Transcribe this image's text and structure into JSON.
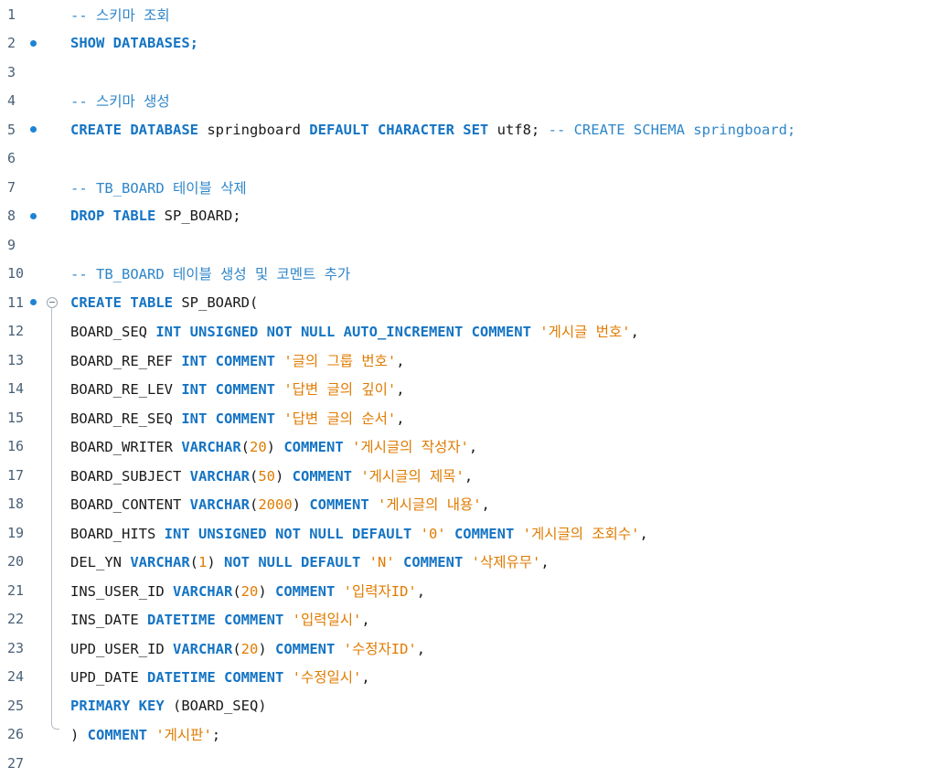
{
  "editor": {
    "lines": [
      {
        "n": "1",
        "bp": false,
        "fold": false,
        "tokens": [
          {
            "t": "-- 스키마 조회",
            "c": "cm"
          }
        ]
      },
      {
        "n": "2",
        "bp": true,
        "fold": false,
        "tokens": [
          {
            "t": "SHOW DATABASES;",
            "c": "kw"
          }
        ]
      },
      {
        "n": "3",
        "bp": false,
        "fold": false,
        "tokens": []
      },
      {
        "n": "4",
        "bp": false,
        "fold": false,
        "tokens": [
          {
            "t": "-- 스키마 생성",
            "c": "cm"
          }
        ]
      },
      {
        "n": "5",
        "bp": true,
        "fold": false,
        "tokens": [
          {
            "t": "CREATE DATABASE ",
            "c": "kw"
          },
          {
            "t": "springboard ",
            "c": "id"
          },
          {
            "t": "DEFAULT CHARACTER SET ",
            "c": "kw"
          },
          {
            "t": "utf8; ",
            "c": "id"
          },
          {
            "t": "-- CREATE SCHEMA springboard;",
            "c": "cm"
          }
        ]
      },
      {
        "n": "6",
        "bp": false,
        "fold": false,
        "tokens": []
      },
      {
        "n": "7",
        "bp": false,
        "fold": false,
        "tokens": [
          {
            "t": "-- TB_BOARD 테이블 삭제",
            "c": "cm"
          }
        ]
      },
      {
        "n": "8",
        "bp": true,
        "fold": false,
        "tokens": [
          {
            "t": "DROP TABLE ",
            "c": "kw"
          },
          {
            "t": "SP_BOARD;",
            "c": "id"
          }
        ]
      },
      {
        "n": "9",
        "bp": false,
        "fold": false,
        "tokens": []
      },
      {
        "n": "10",
        "bp": false,
        "fold": false,
        "tokens": [
          {
            "t": "-- TB_BOARD 테이블 생성 및 코멘트 추가",
            "c": "cm"
          }
        ]
      },
      {
        "n": "11",
        "bp": true,
        "fold": true,
        "tokens": [
          {
            "t": "CREATE TABLE ",
            "c": "kw"
          },
          {
            "t": "SP_BOARD(",
            "c": "id"
          }
        ]
      },
      {
        "n": "12",
        "bp": false,
        "fold": false,
        "tokens": [
          {
            "t": "BOARD_SEQ ",
            "c": "id"
          },
          {
            "t": "INT UNSIGNED NOT NULL AUTO_INCREMENT COMMENT ",
            "c": "kw"
          },
          {
            "t": "'게시글 번호'",
            "c": "str"
          },
          {
            "t": ",",
            "c": "id"
          }
        ]
      },
      {
        "n": "13",
        "bp": false,
        "fold": false,
        "tokens": [
          {
            "t": "BOARD_RE_REF ",
            "c": "id"
          },
          {
            "t": "INT COMMENT ",
            "c": "kw"
          },
          {
            "t": "'글의 그룹 번호'",
            "c": "str"
          },
          {
            "t": ",",
            "c": "id"
          }
        ]
      },
      {
        "n": "14",
        "bp": false,
        "fold": false,
        "tokens": [
          {
            "t": "BOARD_RE_LEV ",
            "c": "id"
          },
          {
            "t": "INT COMMENT ",
            "c": "kw"
          },
          {
            "t": "'답변 글의 깊이'",
            "c": "str"
          },
          {
            "t": ",",
            "c": "id"
          }
        ]
      },
      {
        "n": "15",
        "bp": false,
        "fold": false,
        "tokens": [
          {
            "t": "BOARD_RE_SEQ ",
            "c": "id"
          },
          {
            "t": "INT COMMENT ",
            "c": "kw"
          },
          {
            "t": "'답변 글의 순서'",
            "c": "str"
          },
          {
            "t": ",",
            "c": "id"
          }
        ]
      },
      {
        "n": "16",
        "bp": false,
        "fold": false,
        "tokens": [
          {
            "t": "BOARD_WRITER ",
            "c": "id"
          },
          {
            "t": "VARCHAR",
            "c": "kw"
          },
          {
            "t": "(",
            "c": "id"
          },
          {
            "t": "20",
            "c": "num"
          },
          {
            "t": ") ",
            "c": "id"
          },
          {
            "t": "COMMENT ",
            "c": "kw"
          },
          {
            "t": "'게시글의 작성자'",
            "c": "str"
          },
          {
            "t": ",",
            "c": "id"
          }
        ]
      },
      {
        "n": "17",
        "bp": false,
        "fold": false,
        "tokens": [
          {
            "t": "BOARD_SUBJECT ",
            "c": "id"
          },
          {
            "t": "VARCHAR",
            "c": "kw"
          },
          {
            "t": "(",
            "c": "id"
          },
          {
            "t": "50",
            "c": "num"
          },
          {
            "t": ") ",
            "c": "id"
          },
          {
            "t": "COMMENT ",
            "c": "kw"
          },
          {
            "t": "'게시글의 제목'",
            "c": "str"
          },
          {
            "t": ",",
            "c": "id"
          }
        ]
      },
      {
        "n": "18",
        "bp": false,
        "fold": false,
        "tokens": [
          {
            "t": "BOARD_CONTENT ",
            "c": "id"
          },
          {
            "t": "VARCHAR",
            "c": "kw"
          },
          {
            "t": "(",
            "c": "id"
          },
          {
            "t": "2000",
            "c": "num"
          },
          {
            "t": ") ",
            "c": "id"
          },
          {
            "t": "COMMENT ",
            "c": "kw"
          },
          {
            "t": "'게시글의 내용'",
            "c": "str"
          },
          {
            "t": ",",
            "c": "id"
          }
        ]
      },
      {
        "n": "19",
        "bp": false,
        "fold": false,
        "tokens": [
          {
            "t": "BOARD_HITS ",
            "c": "id"
          },
          {
            "t": "INT UNSIGNED NOT NULL DEFAULT ",
            "c": "kw"
          },
          {
            "t": "'0' ",
            "c": "str"
          },
          {
            "t": "COMMENT ",
            "c": "kw"
          },
          {
            "t": "'게시글의 조회수'",
            "c": "str"
          },
          {
            "t": ",",
            "c": "id"
          }
        ]
      },
      {
        "n": "20",
        "bp": false,
        "fold": false,
        "tokens": [
          {
            "t": "DEL_YN ",
            "c": "id"
          },
          {
            "t": "VARCHAR",
            "c": "kw"
          },
          {
            "t": "(",
            "c": "id"
          },
          {
            "t": "1",
            "c": "num"
          },
          {
            "t": ") ",
            "c": "id"
          },
          {
            "t": "NOT NULL DEFAULT ",
            "c": "kw"
          },
          {
            "t": "'N' ",
            "c": "str"
          },
          {
            "t": "COMMENT ",
            "c": "kw"
          },
          {
            "t": "'삭제유무'",
            "c": "str"
          },
          {
            "t": ",",
            "c": "id"
          }
        ]
      },
      {
        "n": "21",
        "bp": false,
        "fold": false,
        "tokens": [
          {
            "t": "INS_USER_ID ",
            "c": "id"
          },
          {
            "t": "VARCHAR",
            "c": "kw"
          },
          {
            "t": "(",
            "c": "id"
          },
          {
            "t": "20",
            "c": "num"
          },
          {
            "t": ") ",
            "c": "id"
          },
          {
            "t": "COMMENT ",
            "c": "kw"
          },
          {
            "t": "'입력자ID'",
            "c": "str"
          },
          {
            "t": ",",
            "c": "id"
          }
        ]
      },
      {
        "n": "22",
        "bp": false,
        "fold": false,
        "tokens": [
          {
            "t": "INS_DATE ",
            "c": "id"
          },
          {
            "t": "DATETIME COMMENT ",
            "c": "kw"
          },
          {
            "t": "'입력일시'",
            "c": "str"
          },
          {
            "t": ",",
            "c": "id"
          }
        ]
      },
      {
        "n": "23",
        "bp": false,
        "fold": false,
        "tokens": [
          {
            "t": "UPD_USER_ID ",
            "c": "id"
          },
          {
            "t": "VARCHAR",
            "c": "kw"
          },
          {
            "t": "(",
            "c": "id"
          },
          {
            "t": "20",
            "c": "num"
          },
          {
            "t": ") ",
            "c": "id"
          },
          {
            "t": "COMMENT ",
            "c": "kw"
          },
          {
            "t": "'수정자ID'",
            "c": "str"
          },
          {
            "t": ",",
            "c": "id"
          }
        ]
      },
      {
        "n": "24",
        "bp": false,
        "fold": false,
        "tokens": [
          {
            "t": "UPD_DATE ",
            "c": "id"
          },
          {
            "t": "DATETIME COMMENT ",
            "c": "kw"
          },
          {
            "t": "'수정일시'",
            "c": "str"
          },
          {
            "t": ",",
            "c": "id"
          }
        ]
      },
      {
        "n": "25",
        "bp": false,
        "fold": false,
        "tokens": [
          {
            "t": "PRIMARY KEY ",
            "c": "kw"
          },
          {
            "t": "(BOARD_SEQ)",
            "c": "id"
          }
        ]
      },
      {
        "n": "26",
        "bp": false,
        "fold": false,
        "tokens": [
          {
            "t": ") ",
            "c": "id"
          },
          {
            "t": "COMMENT ",
            "c": "kw"
          },
          {
            "t": "'게시판'",
            "c": "str"
          },
          {
            "t": ";",
            "c": "id"
          }
        ]
      },
      {
        "n": "27",
        "bp": false,
        "fold": false,
        "tokens": []
      }
    ]
  },
  "colors": {
    "keyword": "#1574c4",
    "string": "#e07b00",
    "comment": "#2f86c9",
    "breakpoint": "#1d83d4",
    "line_number": "#4a6076"
  }
}
